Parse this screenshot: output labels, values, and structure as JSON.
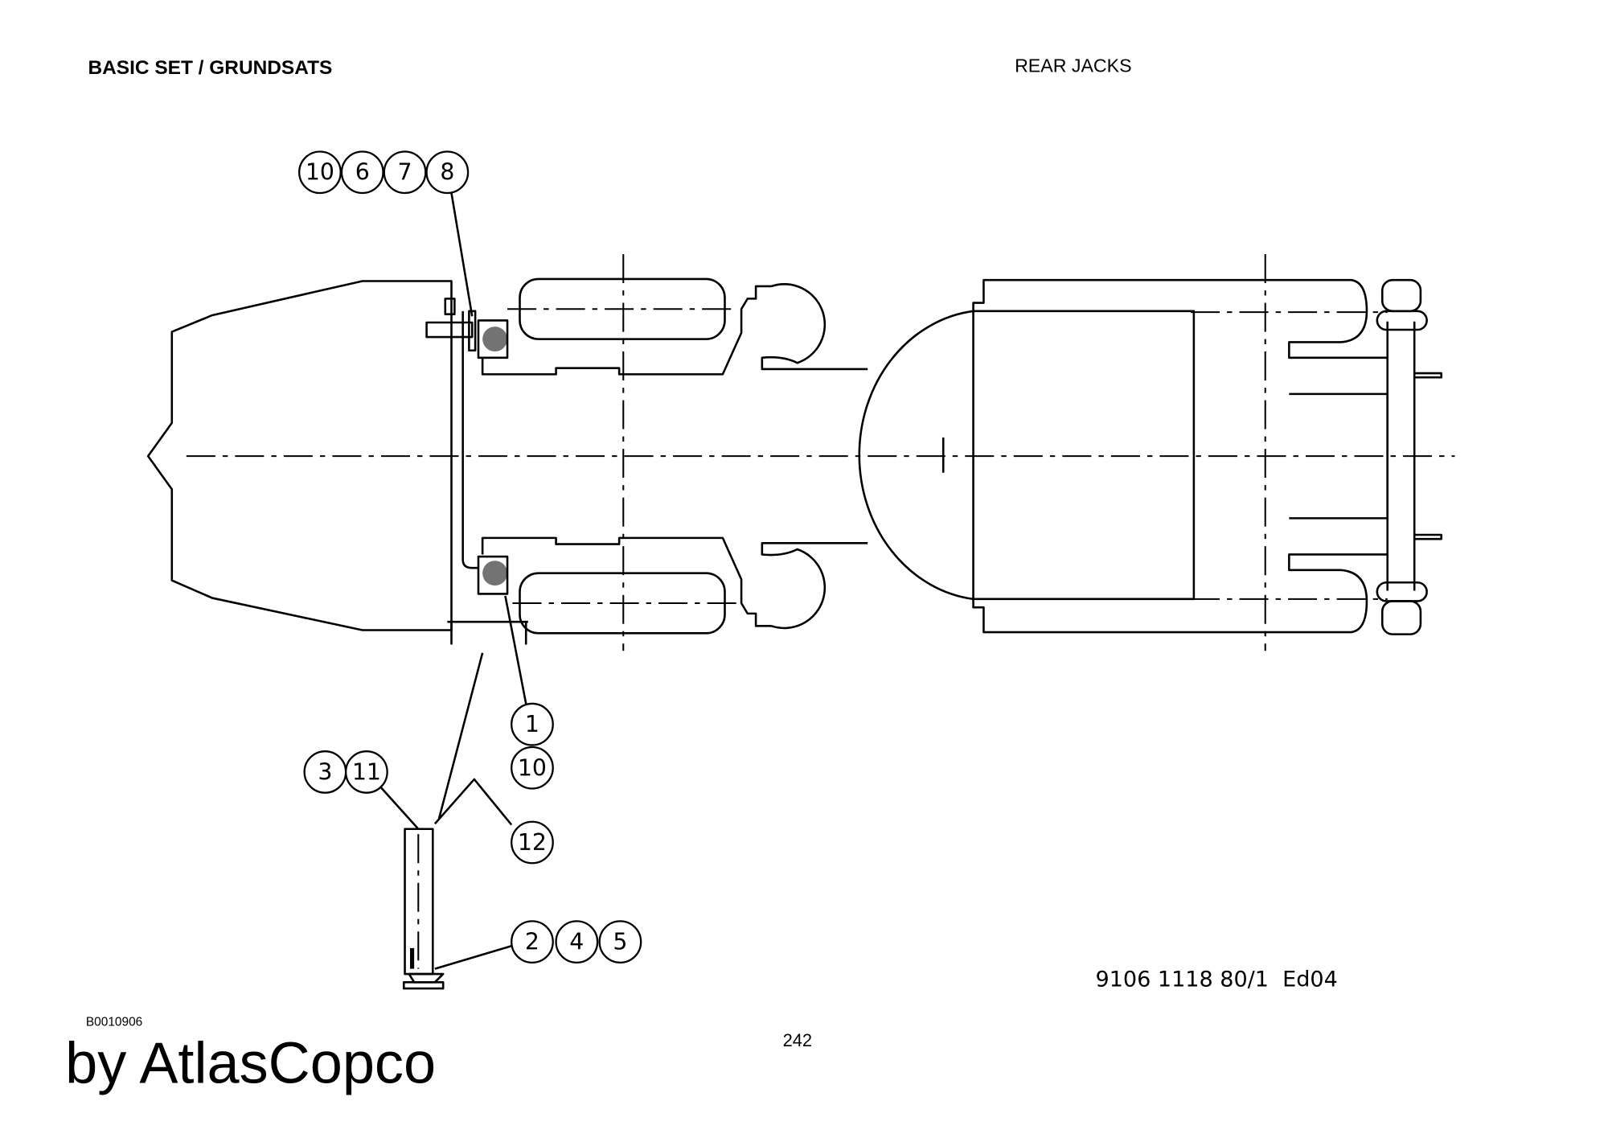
{
  "header": {
    "section_title": "BASIC SET / GRUNDSATS",
    "drawing_title": "REAR JACKS"
  },
  "balloons": {
    "top_group": [
      "10",
      "6",
      "7",
      "8"
    ],
    "right_group": [
      "1",
      "10"
    ],
    "left_group": [
      "3",
      "11"
    ],
    "single": [
      "12"
    ],
    "bottom_group": [
      "2",
      "4",
      "5"
    ]
  },
  "footer": {
    "document_number": "9106 1118 80/1  Ed04",
    "image_code": "B0010906",
    "page_number": "242",
    "publisher_mark": "by AtlasCopco"
  }
}
